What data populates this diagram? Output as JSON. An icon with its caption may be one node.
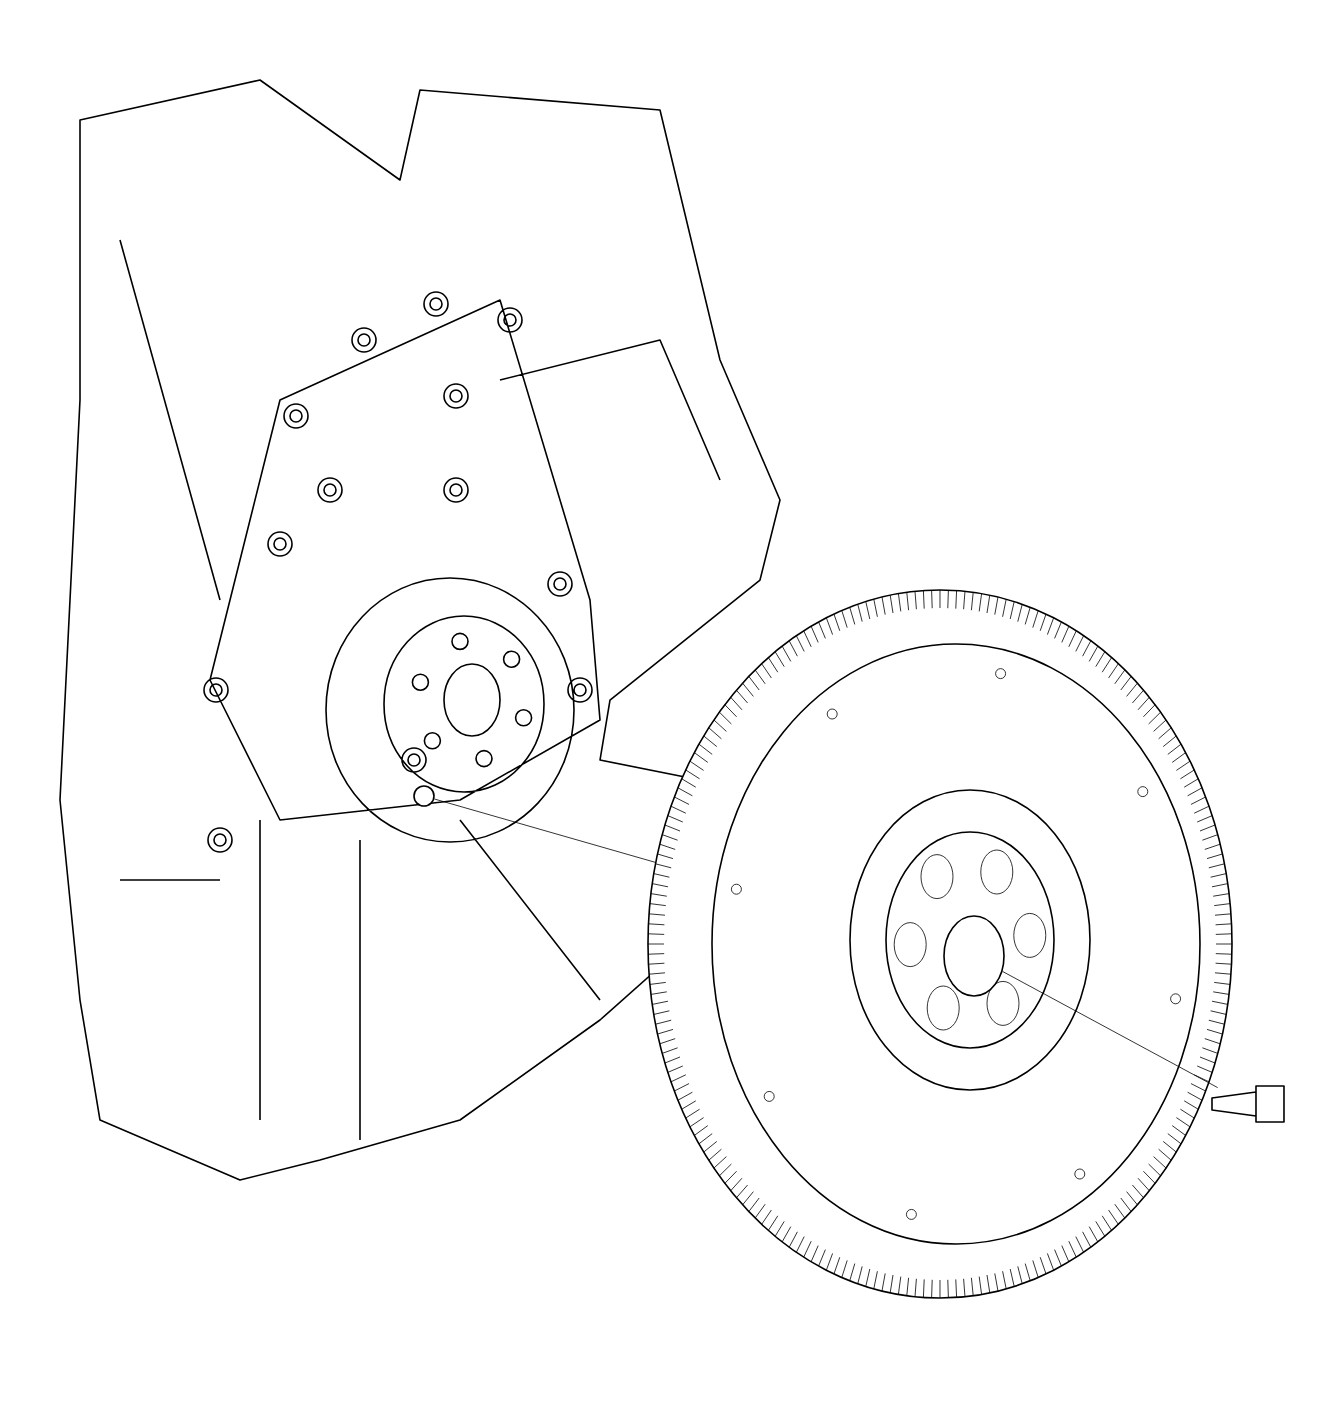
{
  "diagram": {
    "nodes": [
      {
        "text": [],
        "shape": "circle"
      },
      {
        "text": [],
        "shape": "circle"
      },
      {
        "text": [],
        "shape": "circle",
        "in": 1
      },
      {
        "text": [],
        "shape": "picture"
      }
    ],
    "edges": [
      {
        "from": 1,
        "to": 0,
        "arrow": "none"
      },
      {
        "from": 3,
        "to": 2,
        "arrow": "none"
      }
    ]
  }
}
